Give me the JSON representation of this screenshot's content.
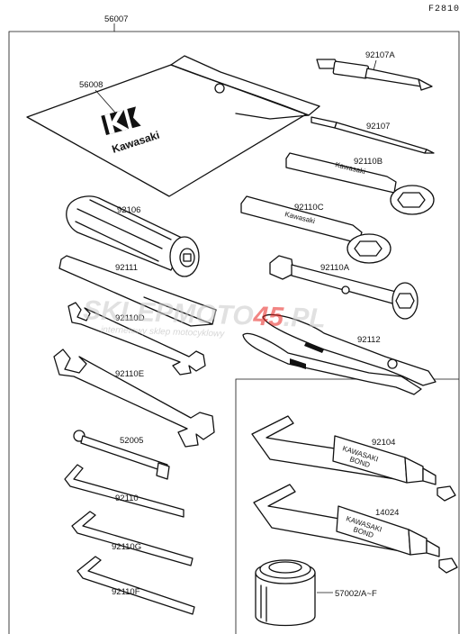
{
  "figure_code": "F2810",
  "watermark": {
    "brand": "SKLEPMOTO45.PL",
    "tagline": "internetowy sklep motocyklowy",
    "color": "#e8231f"
  },
  "pouch_logo": "Kawasaki",
  "bond_label_line1": "KAWASAKI",
  "bond_label_line2": "BOND",
  "parts": [
    {
      "id": "p56007",
      "label": "56007"
    },
    {
      "id": "p56008",
      "label": "56008"
    },
    {
      "id": "p92107A",
      "label": "92107A"
    },
    {
      "id": "p92107",
      "label": "92107"
    },
    {
      "id": "p92110B",
      "label": "92110B"
    },
    {
      "id": "p92106",
      "label": "92106"
    },
    {
      "id": "p92110C",
      "label": "92110C"
    },
    {
      "id": "p92111",
      "label": "92111"
    },
    {
      "id": "p92110A",
      "label": "92110A"
    },
    {
      "id": "p92110D",
      "label": "92110D"
    },
    {
      "id": "p92112",
      "label": "92112"
    },
    {
      "id": "p92110E",
      "label": "92110E"
    },
    {
      "id": "p52005",
      "label": "52005"
    },
    {
      "id": "p92104",
      "label": "92104"
    },
    {
      "id": "p92110",
      "label": "92110"
    },
    {
      "id": "p14024",
      "label": "14024"
    },
    {
      "id": "p92110G",
      "label": "92110G"
    },
    {
      "id": "p57002",
      "label": "57002/A~F"
    },
    {
      "id": "p92110F",
      "label": "92110F"
    }
  ]
}
